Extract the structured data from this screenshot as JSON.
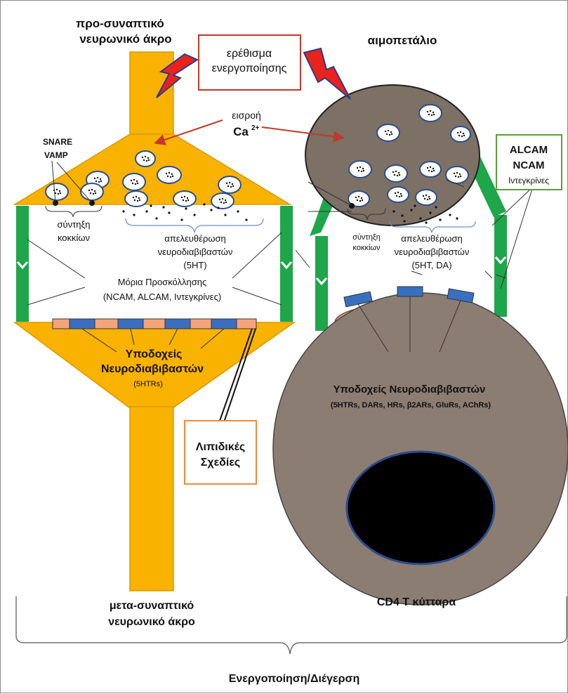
{
  "colors": {
    "neuron": "#f9b200",
    "neuron_edge": "#d79a00",
    "cell": "#8b7d72",
    "platelet": "#7d7065",
    "adhesion": "#1ea64a",
    "stimulus": "#e8231c",
    "box_red": "#c0392b",
    "box_green": "#5a9e3c",
    "box_orange": "#f08a3c",
    "lipid": "#f4a47a",
    "receptor": "#3a6fc0",
    "vesicle": "#ffffff",
    "nucleus": "#000000"
  },
  "left": {
    "title_line1": "προ-συναπτικό",
    "title_line2": "νευρωνικό άκρο",
    "snare_line1": "SNARE",
    "snare_line2": "VAMP",
    "fusion_line1": "σύντηξη",
    "fusion_line2": "κοκκίων",
    "release_line1": "απελευθέρωση",
    "release_line2": "νευροδιαβιβαστών",
    "release_line3": "(5HT)",
    "adhesion_line1": "Μόρια Προσκόλλησης",
    "adhesion_line2": "(NCAM, ALCAM, Ιντεγκρίνες)",
    "receptors_line1": "Υποδοχείς",
    "receptors_line2": "Νευροδιαβιβαστών",
    "receptors_line3": "(5HTRs)",
    "lipid_line1": "Λιπιδικές",
    "lipid_line2": "Σχεδίες",
    "bottom_line1": "μετα-συναπτικό",
    "bottom_line2": "νευρωνικό άκρο"
  },
  "center": {
    "stimulus_line1": "ερέθισμα",
    "stimulus_line2": "ενεργοποίησης",
    "influx_line1": "εισροή",
    "influx_ca": "Ca",
    "influx_sup": "2+"
  },
  "right": {
    "title": "αιμοπετάλιο",
    "adhesion_line1": "ALCAM",
    "adhesion_line2": "NCAM",
    "adhesion_line3": "Ιντεγκρίνες",
    "fusion_line1": "σύντηξη",
    "fusion_line2": "κοκκίων",
    "release_line1": "απελευθέρωση",
    "release_line2": "νευροδιαβιβαστών",
    "release_line3": "(5HT, DA)",
    "receptors_line1": "Υποδοχείς Νευροδιαβιβαστών",
    "receptors_line2": "(5HTRs, DARs, HRs, β2ARs, GluRs, AChRs)",
    "bottom": "CD4 T κύτταρα"
  },
  "footer": {
    "label": "Ενεργοποίηση/Διέγερση"
  }
}
